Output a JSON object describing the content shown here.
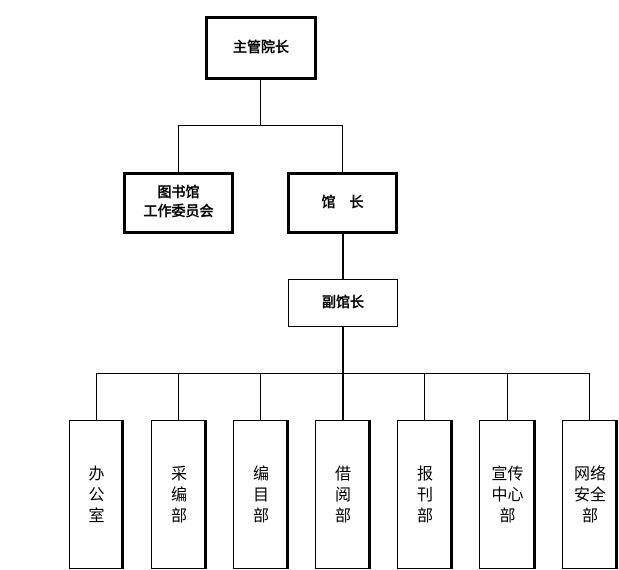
{
  "org": {
    "top": "主管院长",
    "committee": "图书馆\n工作委员会",
    "director": "馆　长",
    "deputy": "副馆长",
    "departments": [
      "办\n公\n室",
      "采\n编\n部",
      "编\n目\n部",
      "借\n阅\n部",
      "报\n刊\n部",
      "宣传\n中心\n部",
      "网络\n安全\n部"
    ]
  }
}
